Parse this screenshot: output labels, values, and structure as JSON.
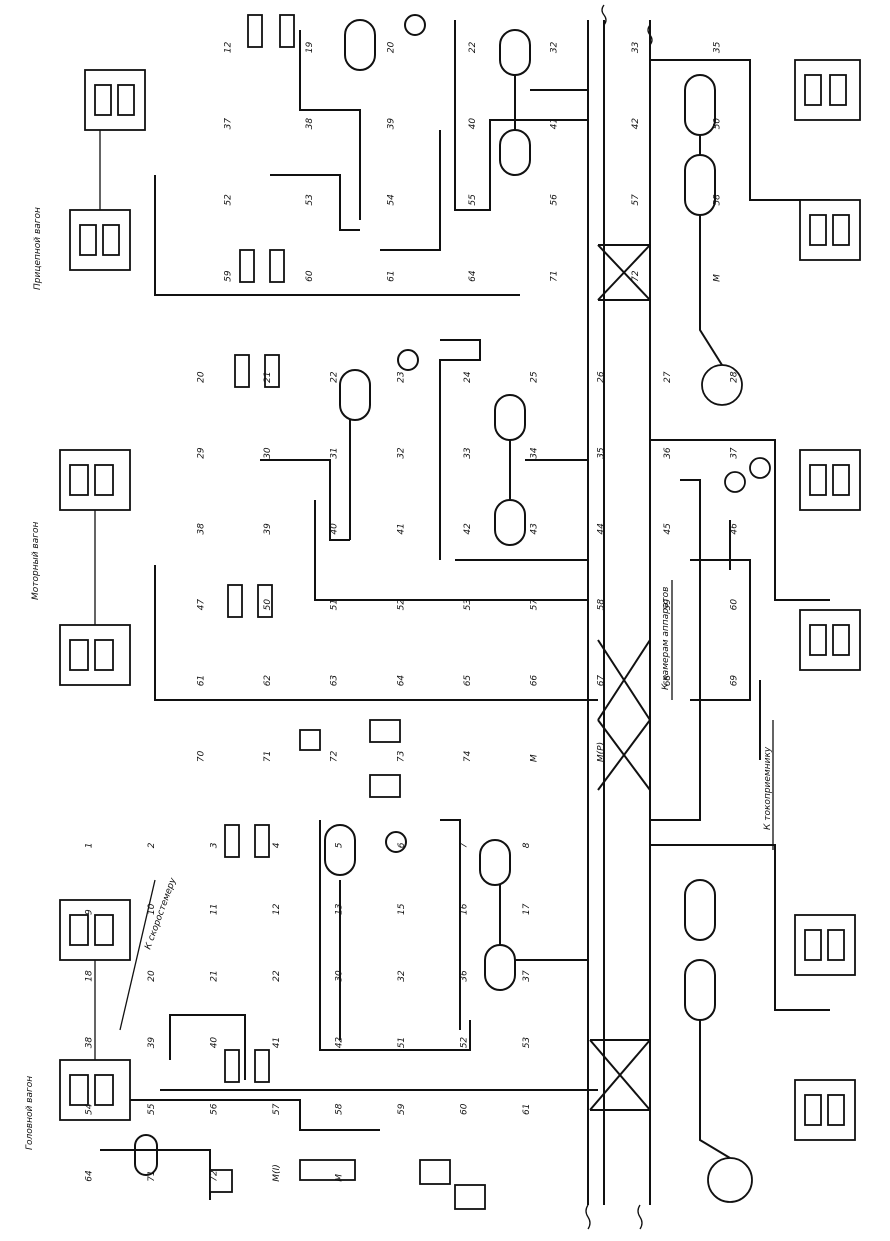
{
  "car_labels": {
    "head": "Головной вагон",
    "motor": "Моторный вагон",
    "trailer": "Прицепной вагон"
  },
  "annotations": {
    "to_speedometer": "К скоростемеру",
    "to_apparatus_chamber": "К камерам аппаратов",
    "to_pantograph": "К токоприемнику"
  },
  "part_numbers": {
    "head_car": [
      "1",
      "2",
      "3",
      "4",
      "5",
      "6",
      "7",
      "8",
      "9",
      "10",
      "11",
      "12",
      "13",
      "15",
      "16",
      "17",
      "18",
      "20",
      "21",
      "22",
      "30",
      "32",
      "36",
      "37",
      "38",
      "39",
      "40",
      "41",
      "42",
      "51",
      "52",
      "53",
      "54",
      "55",
      "56",
      "57",
      "58",
      "59",
      "60",
      "61",
      "64",
      "71",
      "72",
      "М(I)",
      "М"
    ],
    "motor_car": [
      "20",
      "21",
      "22",
      "23",
      "24",
      "25",
      "26",
      "27",
      "28",
      "29",
      "30",
      "31",
      "32",
      "33",
      "34",
      "35",
      "36",
      "37",
      "38",
      "39",
      "40",
      "41",
      "42",
      "43",
      "44",
      "45",
      "46",
      "47",
      "50",
      "51",
      "52",
      "53",
      "57",
      "58",
      "59",
      "60",
      "61",
      "62",
      "63",
      "64",
      "65",
      "66",
      "67",
      "68",
      "69",
      "70",
      "71",
      "72",
      "73",
      "74",
      "М",
      "М(Р)"
    ],
    "trailer_car": [
      "12",
      "19",
      "20",
      "22",
      "32",
      "33",
      "35",
      "37",
      "38",
      "39",
      "40",
      "41",
      "42",
      "50",
      "52",
      "53",
      "54",
      "55",
      "56",
      "57",
      "58",
      "59",
      "60",
      "61",
      "64",
      "71",
      "72",
      "М"
    ]
  }
}
